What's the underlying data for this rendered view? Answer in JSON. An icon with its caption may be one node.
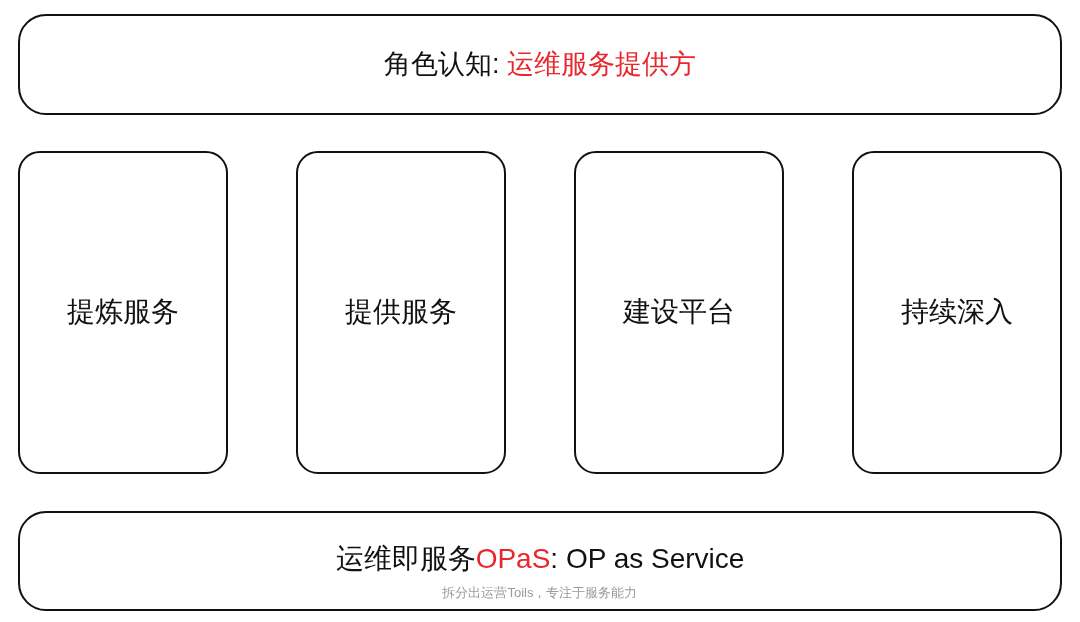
{
  "diagram": {
    "nodes": [
      {
        "text": [
          "角色认知: 运维服务提供方"
        ]
      },
      {
        "text": [
          "提炼服务"
        ]
      },
      {
        "text": [
          "提供服务"
        ]
      },
      {
        "text": [
          "建设平台"
        ]
      },
      {
        "text": [
          "持续深入"
        ]
      },
      {
        "text": [
          "运维即服务OPaS: OP as Service",
          "拆分出运营Toils，专注于服务能力"
        ]
      }
    ],
    "edges": []
  }
}
